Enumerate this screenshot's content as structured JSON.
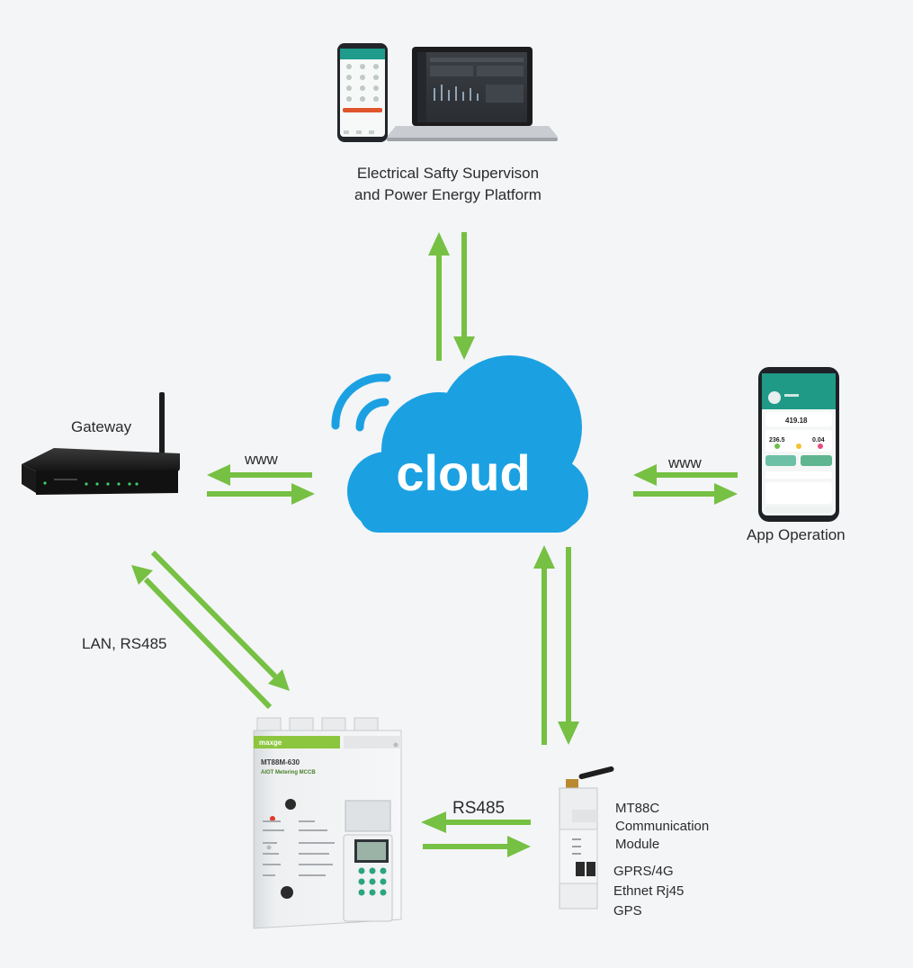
{
  "platform": {
    "line1": "Electrical Safty Supervison",
    "line2": "and Power Energy Platform"
  },
  "cloud": {
    "label": "cloud"
  },
  "gateway": {
    "label": "Gateway"
  },
  "app": {
    "label": "App Operation",
    "screen_values": [
      "419.18",
      "236.5",
      "0.04"
    ]
  },
  "links": {
    "gateway_cloud": "www",
    "app_cloud": "www",
    "gateway_mccb": "LAN, RS485",
    "mccb_module": "RS485"
  },
  "mccb": {
    "brand": "maxge",
    "model": "MT88M-630",
    "subtitle": "AIOT Metering MCCB"
  },
  "module": {
    "title": [
      "MT88C",
      "Communication",
      "Module"
    ],
    "features": [
      "GPRS/4G",
      "Ethnet Rj45",
      "GPS"
    ]
  },
  "colors": {
    "arrow": "#76c043",
    "cloud": "#1ba1e2",
    "text": "#2b2b2b",
    "background": "#f4f5f7"
  }
}
